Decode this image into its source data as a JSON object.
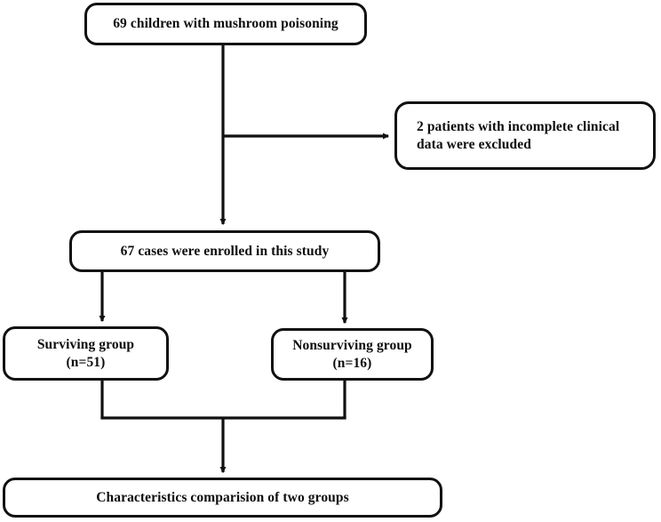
{
  "diagram": {
    "title": "Study participant flow diagram",
    "type": "flowchart",
    "line_color": "#111111",
    "background_color": "#ffffff",
    "nodes": [
      {
        "id": "enrollment-total",
        "label": "69 children with mushroom poisoning",
        "line1": "69 children with mushroom poisoning",
        "line2": ""
      },
      {
        "id": "excluded",
        "label": "2 patients with incomplete clinical data were excluded",
        "line1": "2 patients with incomplete clinical",
        "line2": "data were excluded"
      },
      {
        "id": "enrolled-study",
        "label": "67 cases were enrolled in this study",
        "line1": "67 cases were enrolled in this study",
        "line2": ""
      },
      {
        "id": "surviving-group",
        "label": "Surviving group (n=51)",
        "line1": "Surviving group",
        "line2": "(n=51)"
      },
      {
        "id": "nonsurviving-group",
        "label": "Nonsurviving group (n=16)",
        "line1": "Nonsurviving group",
        "line2": "(n=16)"
      },
      {
        "id": "outcome-comparison",
        "label": "Characteristics comparision of two groups",
        "line1": "Characteristics comparision of two groups",
        "line2": ""
      }
    ],
    "edges": [
      {
        "id": "total-to-excluded",
        "from": "enrollment-total",
        "to": "excluded",
        "arrow": true
      },
      {
        "id": "total-to-enrolled",
        "from": "enrollment-total",
        "to": "enrolled-study",
        "arrow": true
      },
      {
        "id": "enrolled-to-surviving",
        "from": "enrolled-study",
        "to": "surviving-group",
        "arrow": true
      },
      {
        "id": "enrolled-to-nonsurviving",
        "from": "enrolled-study",
        "to": "nonsurviving-group",
        "arrow": true
      },
      {
        "id": "groups-to-comparison",
        "from": "surviving-group,nonsurviving-group",
        "to": "outcome-comparison",
        "arrow": true
      }
    ]
  }
}
